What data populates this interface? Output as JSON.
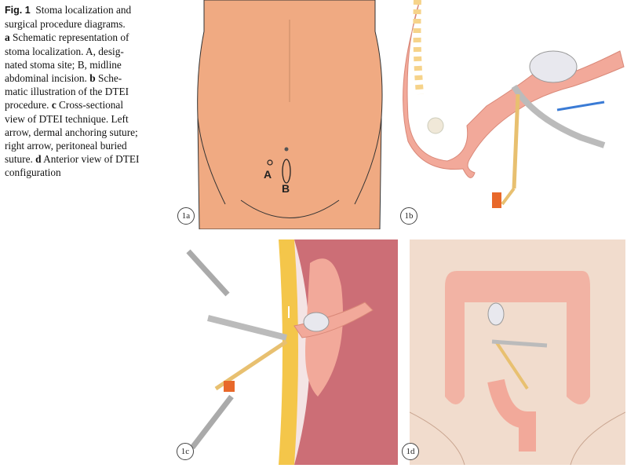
{
  "caption": {
    "fig_label": "Fig. 1",
    "lines": [
      "Stoma localization and",
      "surgical procedure diagrams.",
      "Schematic representation of",
      "stoma localization. A, desig-",
      "nated stoma site; B, midline",
      "abdominal incision.",
      "Sche-",
      "matic illustration of the DTEI",
      "procedure.",
      "Cross-sectional",
      "view of DTEI technique. Left",
      "arrow, dermal anchoring suture;",
      "right arrow, peritoneal buried",
      "suture.",
      "Anterior view of DTEI",
      "configuration"
    ],
    "letters": {
      "a": "a",
      "b": "b",
      "c": "c",
      "d": "d"
    }
  },
  "panels": {
    "a": {
      "label": "1a",
      "site_a": "A",
      "site_b": "B"
    },
    "b": {
      "label": "1b"
    },
    "c": {
      "label": "1c"
    },
    "d": {
      "label": "1d"
    }
  },
  "colors": {
    "skin": "#f0aa82",
    "colon": "#f2a99a",
    "bg_d": "#f1dccd"
  }
}
